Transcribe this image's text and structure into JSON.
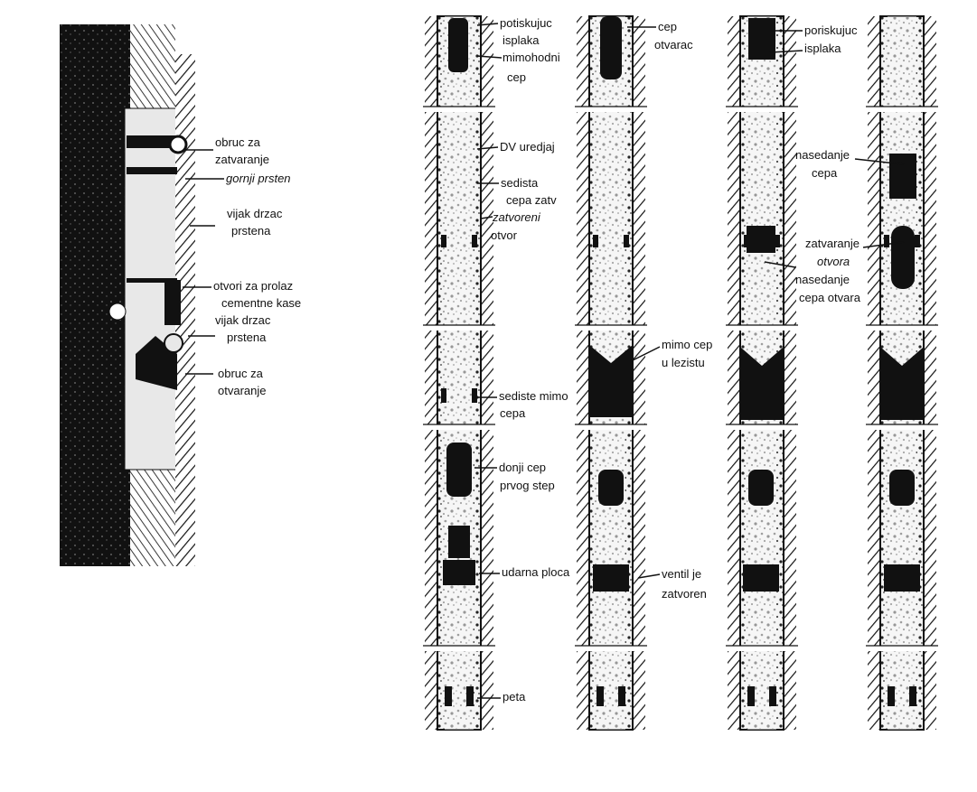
{
  "colors": {
    "ink": "#111111",
    "paper": "#ffffff",
    "speckle": "#e6e6e6",
    "steel": "#bdbdbd"
  },
  "left_panel": {
    "labels": {
      "obruc_zatvaranje": [
        "obruc za",
        "zatvaranje"
      ],
      "gornji_prsten": "gornji prsten",
      "vijak_1": [
        "vijak drzac",
        "prstena"
      ],
      "otvori": [
        "otvori za prolaz",
        "cementne kase"
      ],
      "vijak_2": [
        "vijak drzac",
        "prstena"
      ],
      "obruc_otvaranje": [
        "obruc za",
        "otvaranje"
      ]
    }
  },
  "columns": {
    "c1": {
      "potiskujuc_isplaka": [
        "potiskujuc",
        "isplaka"
      ],
      "mimohodni_cep": [
        "mimohodni",
        "cep"
      ],
      "dv_uredjaj": "DV uredjaj",
      "sedista": [
        "sedista",
        "cepa zatv"
      ],
      "zatvoreni_otvor": [
        "zatvoreni",
        "otvor"
      ],
      "sediste_mimo": [
        "sediste mimo",
        "cepa"
      ],
      "donji_cep": [
        "donji cep",
        "prvog step"
      ],
      "udarna_ploca": "udarna ploca",
      "peta": "peta"
    },
    "c2": {
      "cep_otvarac": [
        "cep",
        "otvarac"
      ],
      "mimo_cep": [
        "mimo cep",
        "u lezistu"
      ],
      "ventil": [
        "ventil je",
        "zatvoren"
      ]
    },
    "c3": {
      "poriskujuc_isplaka": [
        "poriskujuc",
        "isplaka"
      ],
      "nasedanje_cepa": [
        "nasedanje",
        "cepa"
      ],
      "zatvaranje_otvora": [
        "zatvaranje",
        "otvora"
      ],
      "nasedanje_cepa_otvara": [
        "nasedanje",
        "cepa otvara"
      ]
    }
  }
}
